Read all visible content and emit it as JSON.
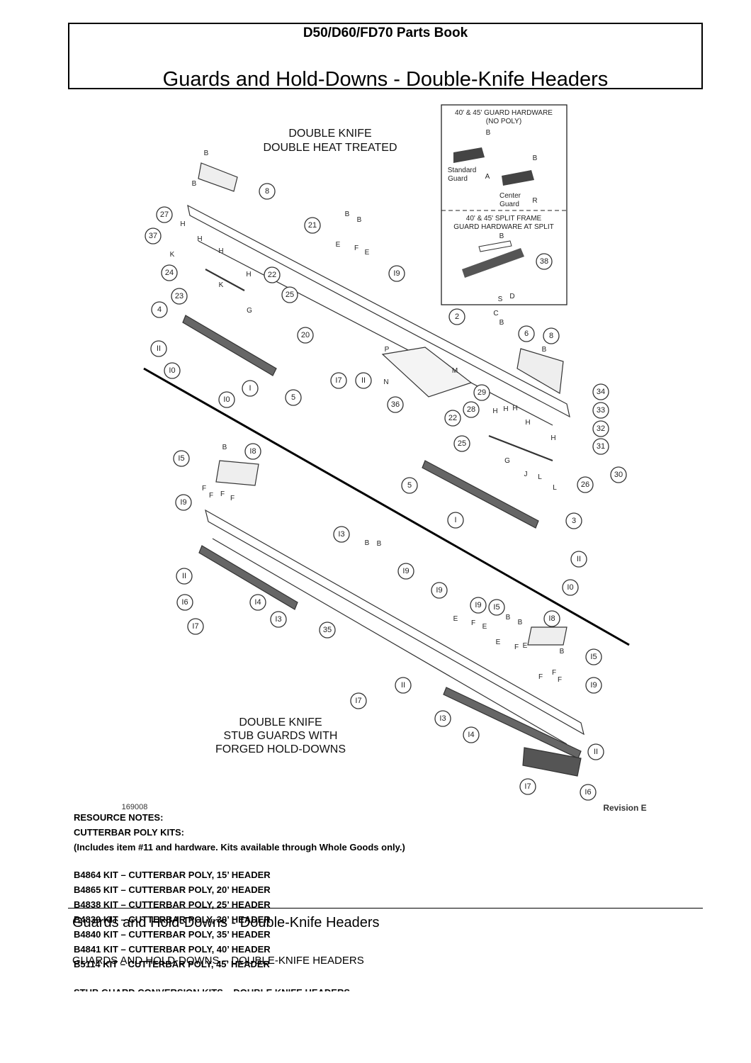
{
  "header": {
    "book_title": "D50/D60/FD70 Parts Book",
    "page_title": "Guards and Hold-Downs - Double-Knife Headers"
  },
  "diagram": {
    "caption_top": [
      "DOUBLE KNIFE",
      "DOUBLE HEAT TREATED"
    ],
    "caption_bottom": [
      "DOUBLE KNIFE",
      "STUB GUARDS WITH",
      "FORGED HOLD-DOWNS"
    ],
    "inset_top_title": [
      "40' & 45' GUARD HARDWARE",
      "(NO POLY)"
    ],
    "inset_standard_guard": [
      "Standard",
      "Guard"
    ],
    "inset_center_guard": [
      "Center",
      "Guard"
    ],
    "inset_bottom_title": [
      "40' & 45' SPLIT FRAME",
      "GUARD HARDWARE AT SPLIT"
    ],
    "figure_number": "169008",
    "revision": "Revision E"
  },
  "notes": {
    "heading": "RESOURCE NOTES:",
    "poly_heading": "CUTTERBAR POLY KITS:",
    "poly_note": "(Includes item #11 and hardware. Kits available through Whole Goods only.)",
    "kits": [
      "B4864 KIT – CUTTERBAR POLY, 15’ HEADER",
      "B4865 KIT – CUTTERBAR POLY, 20’ HEADER",
      "B4838 KIT – CUTTERBAR POLY, 25’ HEADER",
      "B4839 KIT – CUTTERBAR POLY, 30’ HEADER",
      "B4840 KIT – CUTTERBAR POLY, 35’ HEADER",
      "B4841 KIT – CUTTERBAR POLY, 40’ HEADER",
      "B5114 KIT – CUTTERBAR POLY, 45’ HEADER"
    ],
    "stub_heading": "STUB GUARD CONVERSION KITS – DOUBLE KNIFE HEADERS"
  },
  "footer": {
    "title": "Guards and Hold-Downs - Double-Knife Headers",
    "subtitle": "GUARDS AND HOLD-DOWNS – DOUBLE-KNIFE HEADERS"
  }
}
